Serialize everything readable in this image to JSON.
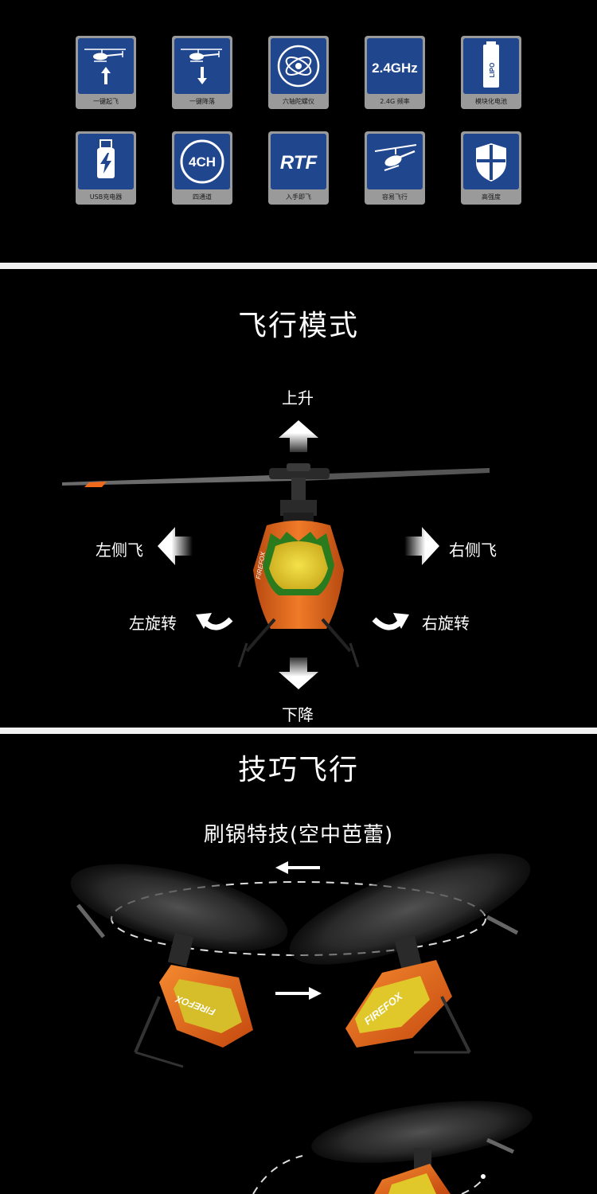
{
  "features": [
    {
      "label": "一键起飞",
      "icon": "helicopter-up-icon"
    },
    {
      "label": "一键降落",
      "icon": "helicopter-down-icon"
    },
    {
      "label": "六轴陀螺仪",
      "icon": "gyroscope-icon"
    },
    {
      "label": "2.4G 频率",
      "icon": "frequency-icon",
      "text": "2.4GHz"
    },
    {
      "label": "模块化电池",
      "icon": "battery-icon",
      "text": "LIPO"
    },
    {
      "label": "USB充电器",
      "icon": "usb-icon"
    },
    {
      "label": "四通道",
      "icon": "channel-icon",
      "text": "4CH"
    },
    {
      "label": "入手即飞",
      "icon": "rtf-icon",
      "text": "RTF"
    },
    {
      "label": "容易飞行",
      "icon": "helicopter-icon"
    },
    {
      "label": "高强度",
      "icon": "shield-icon"
    }
  ],
  "flight_modes": {
    "title": "飞行模式",
    "up": "上升",
    "down": "下降",
    "left": "左侧飞",
    "right": "右侧飞",
    "rotate_left": "左旋转",
    "rotate_right": "右旋转",
    "brand_text": "FIREFOX"
  },
  "tricks": {
    "title": "技巧飞行",
    "subtitle": "刷锅特技(空中芭蕾)",
    "brand_text": "FIREFOX"
  },
  "colors": {
    "tile_blue": "#20468e",
    "body_orange": "#f06a1c",
    "canopy_yellow": "#e8d12a",
    "divider": "#f2f2f2"
  }
}
